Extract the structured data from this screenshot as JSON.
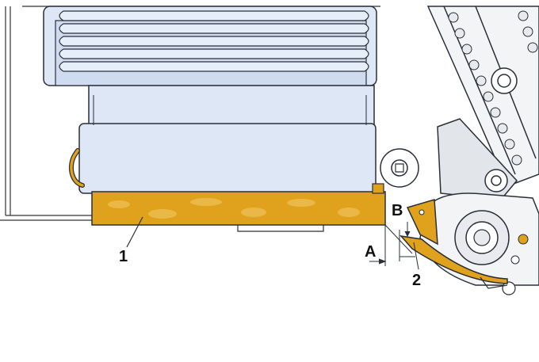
{
  "labels": {
    "part_1": "1",
    "part_2": "2",
    "dimension_a": "A",
    "dimension_b": "B"
  },
  "colors": {
    "housing_fill": "#dde7f6",
    "housing_stroke": "#2a2f38",
    "pad_fill": "#e0a21d",
    "pad_texture": "#efc25a",
    "metal_grey": "#d4d7dd",
    "outline": "#222222",
    "background": "#ffffff"
  }
}
